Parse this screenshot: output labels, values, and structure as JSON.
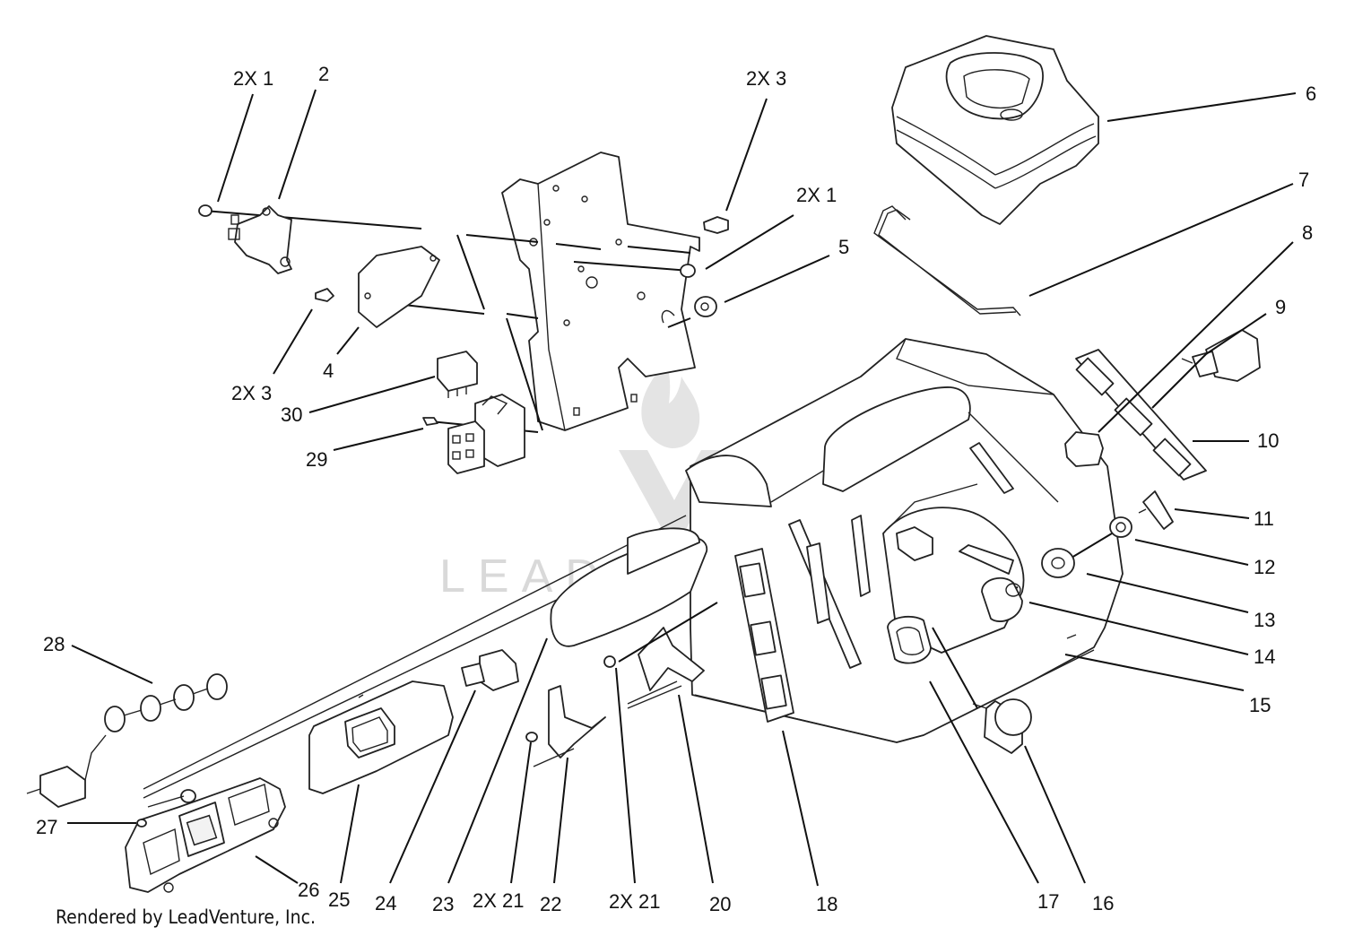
{
  "callouts": [
    {
      "id": "c-2x1-a",
      "text": "2X 1"
    },
    {
      "id": "c-2",
      "text": "2"
    },
    {
      "id": "c-2x3-a",
      "text": "2X 3"
    },
    {
      "id": "c-2x1-b",
      "text": "2X 1"
    },
    {
      "id": "c-5",
      "text": "5"
    },
    {
      "id": "c-6",
      "text": "6"
    },
    {
      "id": "c-7",
      "text": "7"
    },
    {
      "id": "c-8",
      "text": "8"
    },
    {
      "id": "c-9",
      "text": "9"
    },
    {
      "id": "c-10",
      "text": "10"
    },
    {
      "id": "c-11",
      "text": "11"
    },
    {
      "id": "c-12",
      "text": "12"
    },
    {
      "id": "c-13",
      "text": "13"
    },
    {
      "id": "c-14",
      "text": "14"
    },
    {
      "id": "c-15",
      "text": "15"
    },
    {
      "id": "c-16",
      "text": "16"
    },
    {
      "id": "c-17",
      "text": "17"
    },
    {
      "id": "c-18",
      "text": "18"
    },
    {
      "id": "c-20",
      "text": "20"
    },
    {
      "id": "c-2x21-a",
      "text": "2X 21"
    },
    {
      "id": "c-22",
      "text": "22"
    },
    {
      "id": "c-2x21-b",
      "text": "2X 21"
    },
    {
      "id": "c-23",
      "text": "23"
    },
    {
      "id": "c-24",
      "text": "24"
    },
    {
      "id": "c-25",
      "text": "25"
    },
    {
      "id": "c-26",
      "text": "26"
    },
    {
      "id": "c-27",
      "text": "27"
    },
    {
      "id": "c-28",
      "text": "28"
    },
    {
      "id": "c-29",
      "text": "29"
    },
    {
      "id": "c-30",
      "text": "30"
    },
    {
      "id": "c-2x3-b",
      "text": "2X 3"
    },
    {
      "id": "c-4",
      "text": "4"
    }
  ],
  "watermark": {
    "text": "LEADVENTURE"
  },
  "footer": {
    "text": "Rendered by LeadVenture, Inc."
  },
  "colors": {
    "line": "#222222",
    "watermark": "#d9d9d9",
    "background": "#ffffff"
  }
}
